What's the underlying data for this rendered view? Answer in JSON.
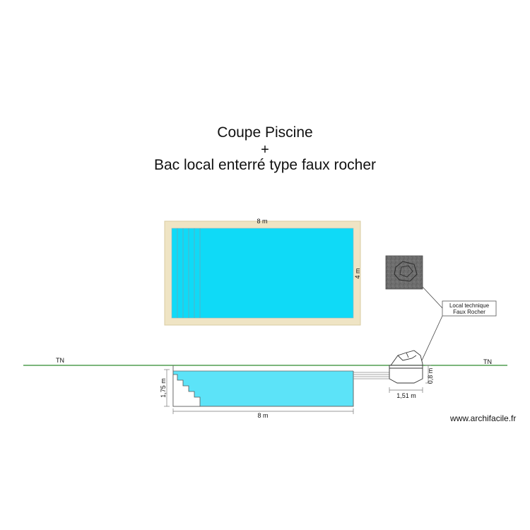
{
  "title": {
    "line1": "Coupe Piscine",
    "line2": "+",
    "line3": "Bac local enterré type faux rocher"
  },
  "plan_view": {
    "length_label": "8 m",
    "width_label": "4 m"
  },
  "section_view": {
    "ground_label_left": "TN",
    "ground_label_right": "TN",
    "depth_label": "1,75 m",
    "length_label": "8 m"
  },
  "technical_room": {
    "callout_line1": "Local technique",
    "callout_line2": "Faux Rocher",
    "width_label": "1,51 m",
    "depth_label": "0,8 m"
  },
  "watermark": "www.archifacile.fr",
  "colors": {
    "water_plan": "#0fdaf7",
    "water_section": "#5ce3f8",
    "coping": "#efe4c4",
    "ground_line": "#2e8b2e",
    "rock_swatch": "#6e6e6e"
  }
}
